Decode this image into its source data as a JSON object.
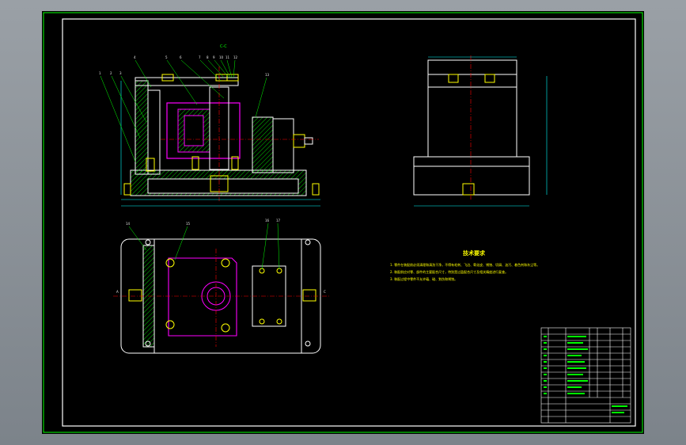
{
  "drawing": {
    "section_label": "C-C",
    "view_label_left": "A",
    "view_label_right": "C",
    "part_numbers_top": [
      "1",
      "2",
      "3",
      "4",
      "5",
      "6",
      "7",
      "8",
      "9",
      "10",
      "11",
      "12",
      "13"
    ],
    "part_numbers_plan": [
      "14",
      "15",
      "16",
      "17"
    ],
    "tech_req_title": "技术要求",
    "tech_req_lines": [
      "1. 零件在装配前必须清理和清洗干净，不得有毛刺、飞边、氧化皮、锈蚀、切屑、油污、着色剂和灰尘等。",
      "2. 装配前应对零、部件的主要配合尺寸，特别是过盈配合尺寸及相关精度进行复查。",
      "3. 装配过程中零件不允许磕、碰、划伤和锈蚀。"
    ],
    "colors": {
      "frame": "#00ff00",
      "outline": "#ffffff",
      "section_hatch": "#00ff00",
      "highlight_part": "#ff00ff",
      "center_line": "#ff0000",
      "dimension": "#00ffff",
      "leader": "#00ff00",
      "bolt": "#ffff00",
      "title_text": "#ffff00"
    }
  }
}
